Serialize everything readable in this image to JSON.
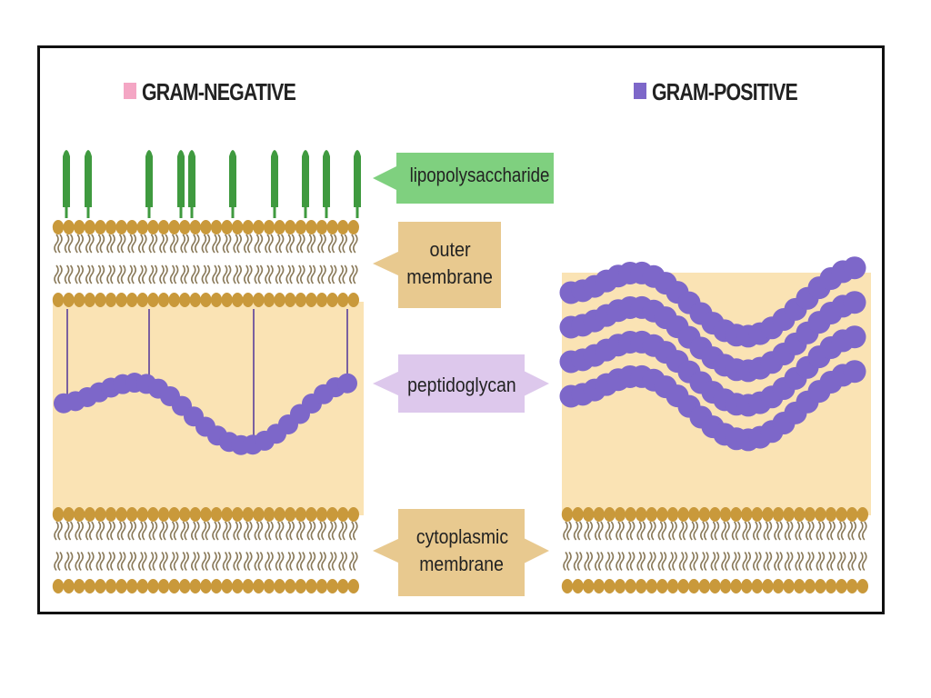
{
  "legend": {
    "gram_negative": {
      "label": "GRAM-NEGATIVE",
      "color": "#f4a6c4"
    },
    "gram_positive": {
      "label": "GRAM-POSITIVE",
      "color": "#7d67c9"
    }
  },
  "labels": {
    "lipopolysaccharide": {
      "lines": [
        "lipopolysaccharide"
      ],
      "color": "#7fd07f"
    },
    "outer_membrane": {
      "lines": [
        "outer",
        "membrane"
      ],
      "color": "#e8c98f"
    },
    "peptidoglycan": {
      "lines": [
        "peptidoglycan"
      ],
      "color": "#ddc8ec"
    },
    "cytoplasmic_membrane": {
      "lines": [
        "cytoplasmic",
        "membrane"
      ],
      "color": "#e8c98f"
    }
  },
  "colors": {
    "periplasm": "#fae3b4",
    "lipid_head": "#c9993b",
    "lipid_tail": "#8a7a5a",
    "peptidoglycan_bead": "#7d67c9",
    "lps_stalk": "#3f9a3f"
  }
}
